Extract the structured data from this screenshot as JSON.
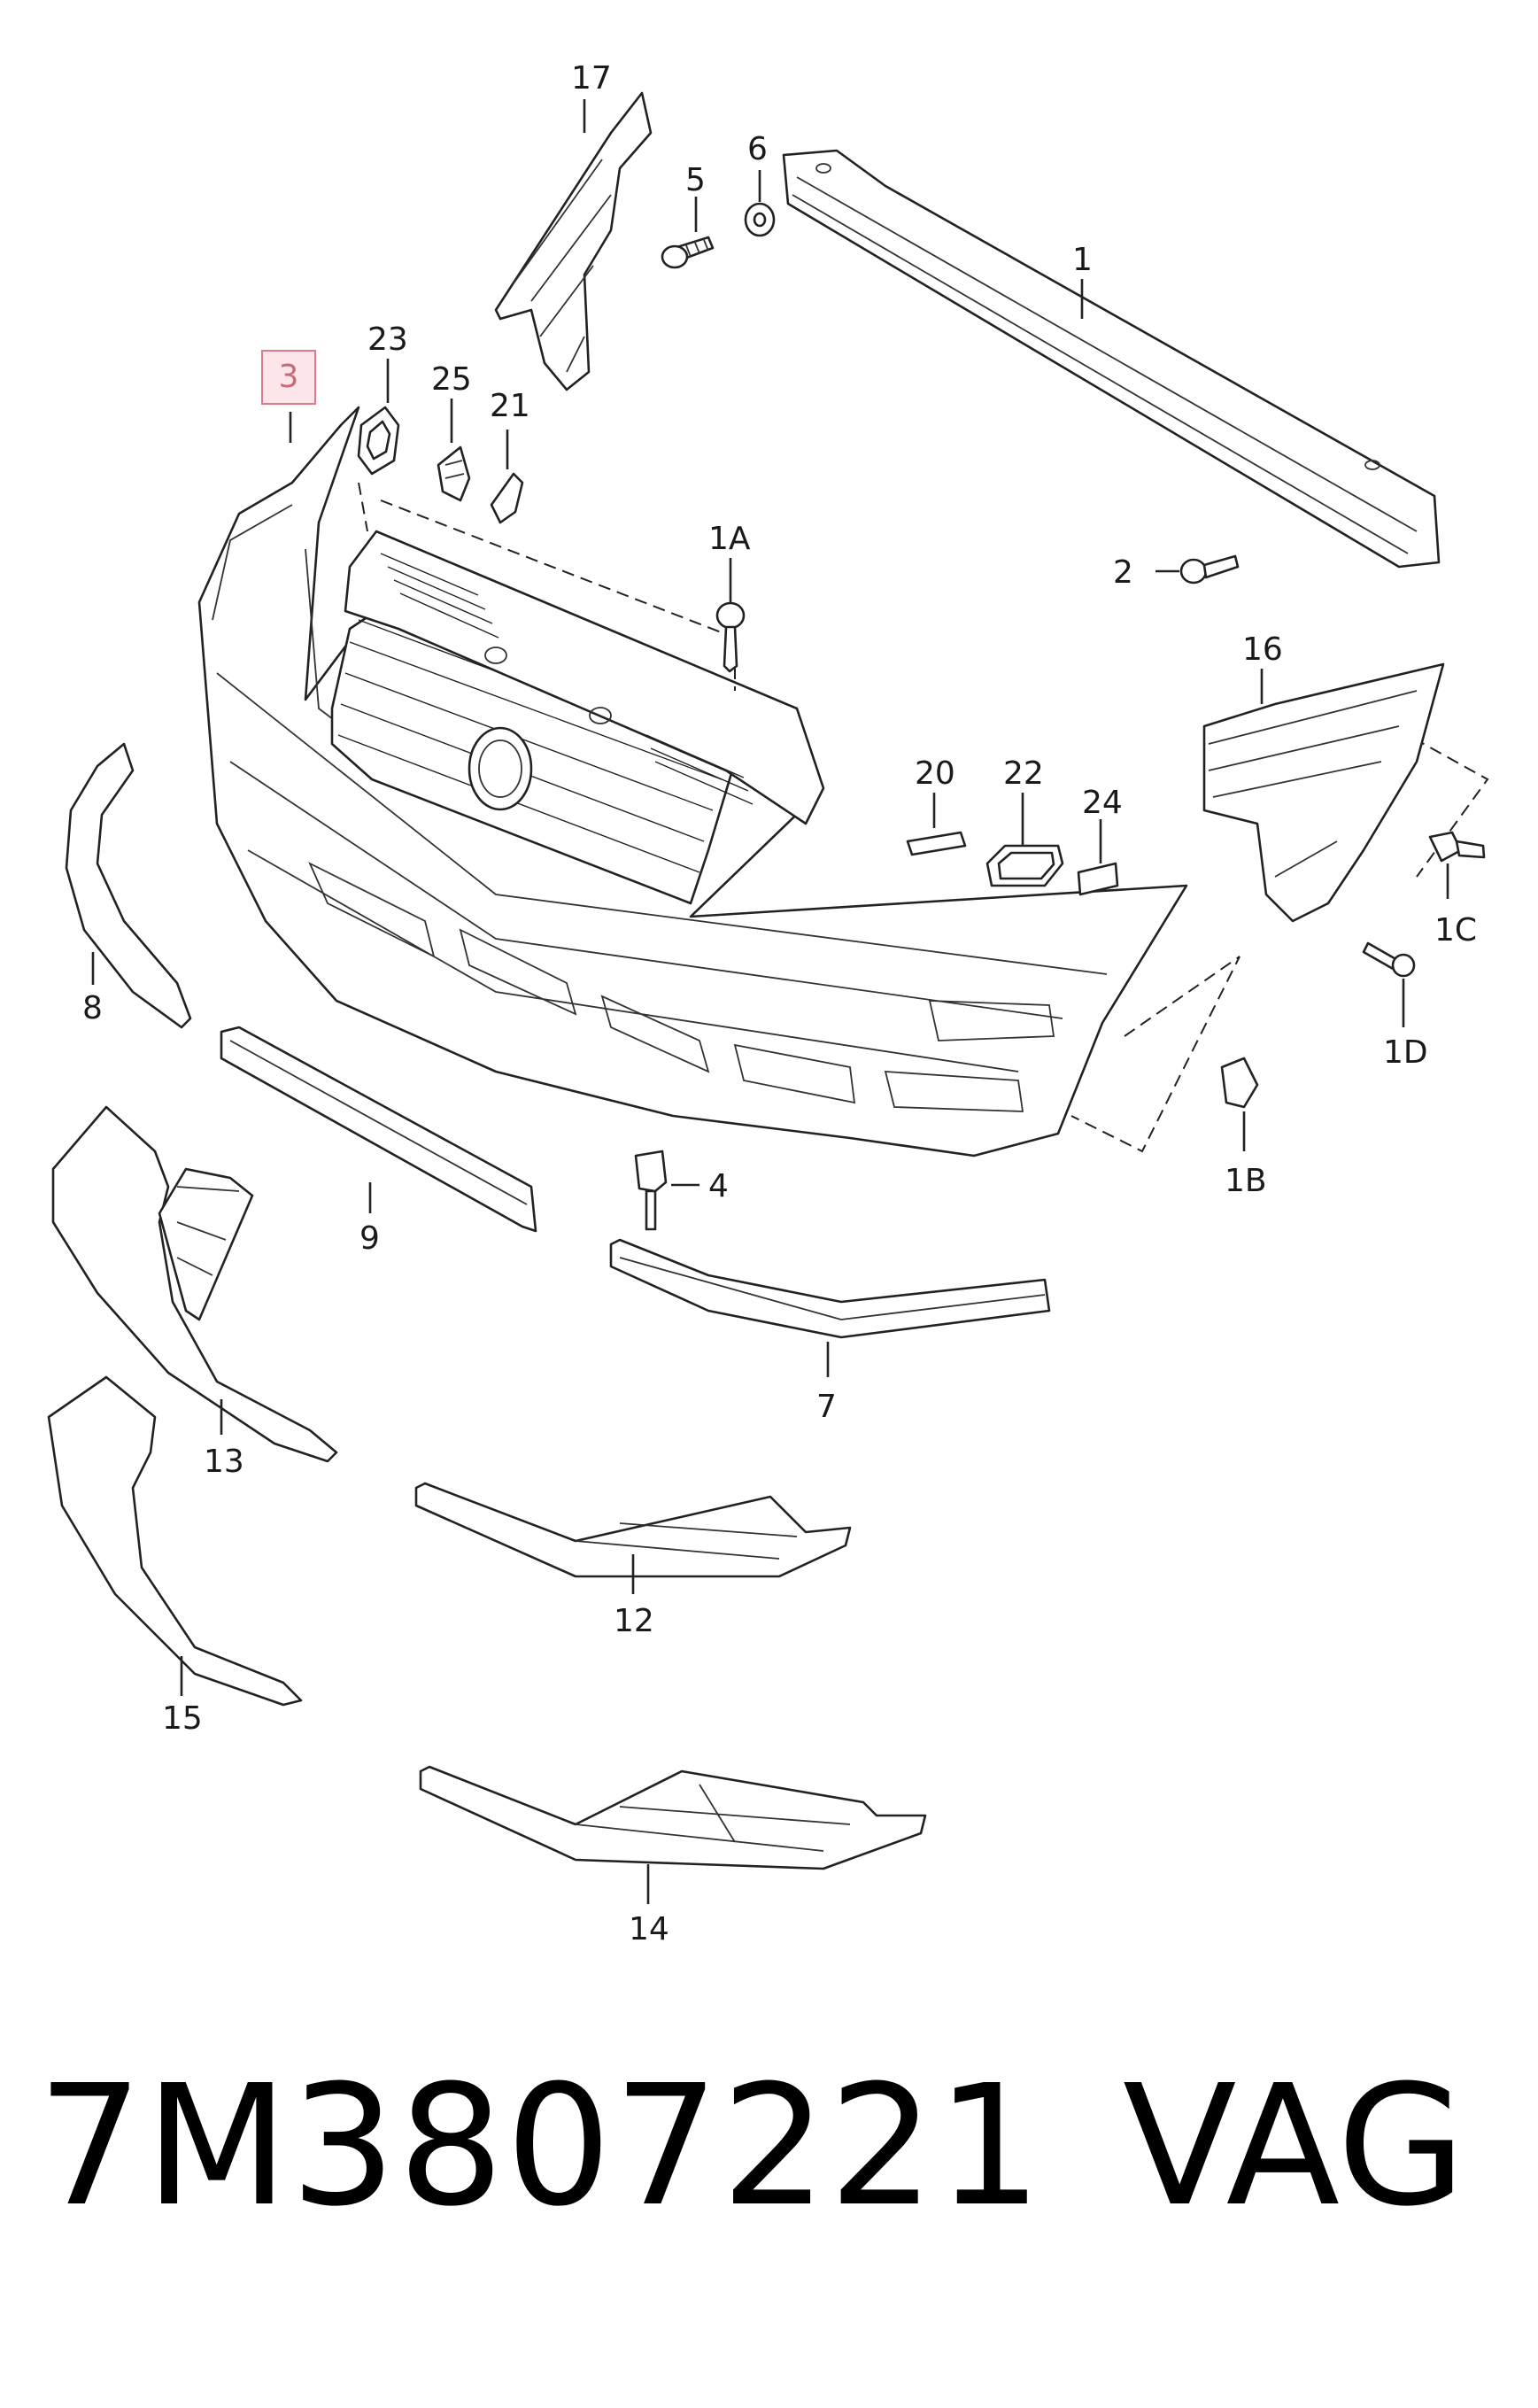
{
  "diagram": {
    "callouts": [
      "17",
      "6",
      "5",
      "1",
      "23",
      "25",
      "21",
      "1A",
      "2",
      "16",
      "20",
      "22",
      "24",
      "8",
      "1C",
      "1D",
      "4",
      "1B",
      "9",
      "7",
      "13",
      "12",
      "15",
      "14"
    ],
    "highlighted_callout": "3"
  },
  "footer": {
    "part_number": "7M3807221",
    "brand": "VAG"
  }
}
